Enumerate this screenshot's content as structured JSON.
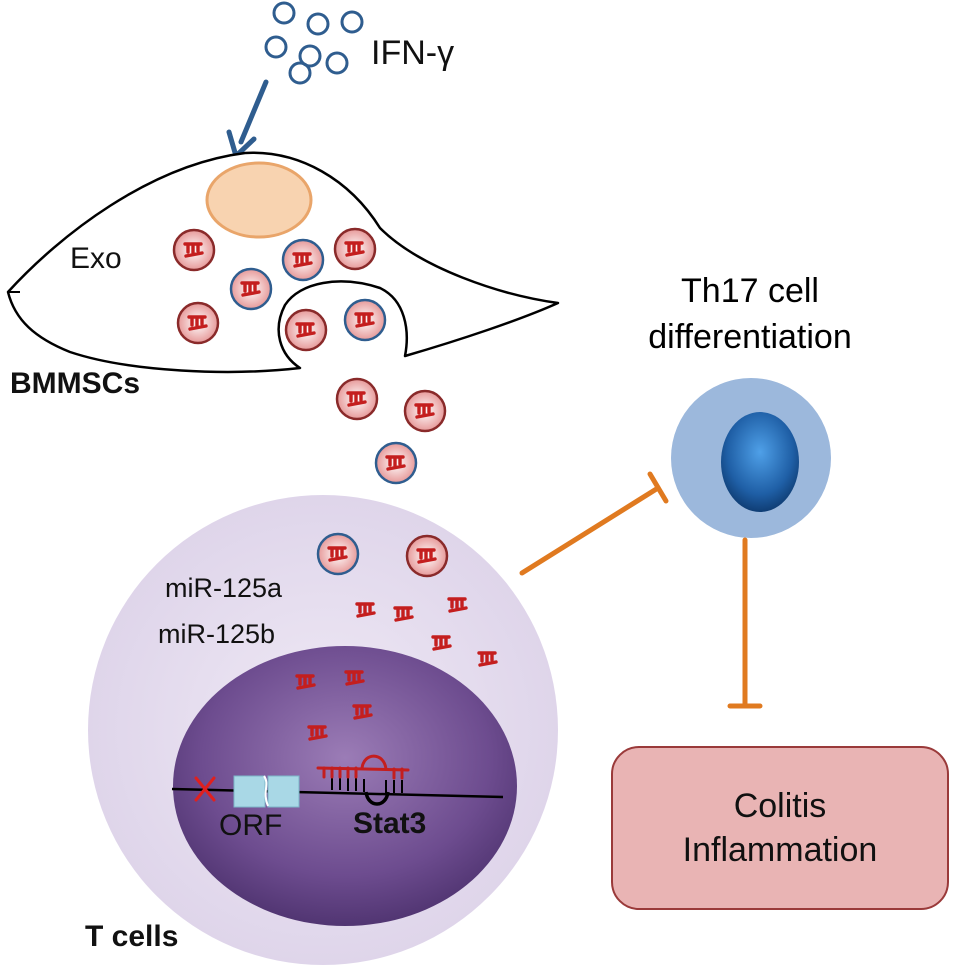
{
  "labels": {
    "ifn": "IFN-γ",
    "exo": "Exo",
    "bmmscs": "BMMSCs",
    "th17_line1": "Th17 cell",
    "th17_line2": "differentiation",
    "mir125a": "miR-125a",
    "mir125b": "miR-125b",
    "orf": "ORF",
    "stat3": "Stat3",
    "tcells": "T cells",
    "colitis_line1": "Colitis",
    "colitis_line2": "Inflammation"
  },
  "colors": {
    "ifn_circle": "#2f5d8f",
    "arrow": "#2f5d8f",
    "nucleus_fill": "#f8d3b0",
    "nucleus_stroke": "#e9a56a",
    "exosome_fill": "#e9a8a8",
    "exosome_stroke_red": "#8a2a2a",
    "exosome_stroke_blue": "#2f5d8f",
    "mirna": "#c41e1e",
    "inhibit": "#e07a20",
    "tcell_fill": "#e6dff0",
    "tcell_nucleus": "#6a4a8a",
    "th17_outer": "#9cb8dc",
    "th17_inner": "#2a6fb8",
    "colitis_fill": "#e9b4b4",
    "colitis_stroke": "#9a3a3a",
    "orf_fill": "#a9d8e6",
    "x_mark": "#e0201e"
  }
}
